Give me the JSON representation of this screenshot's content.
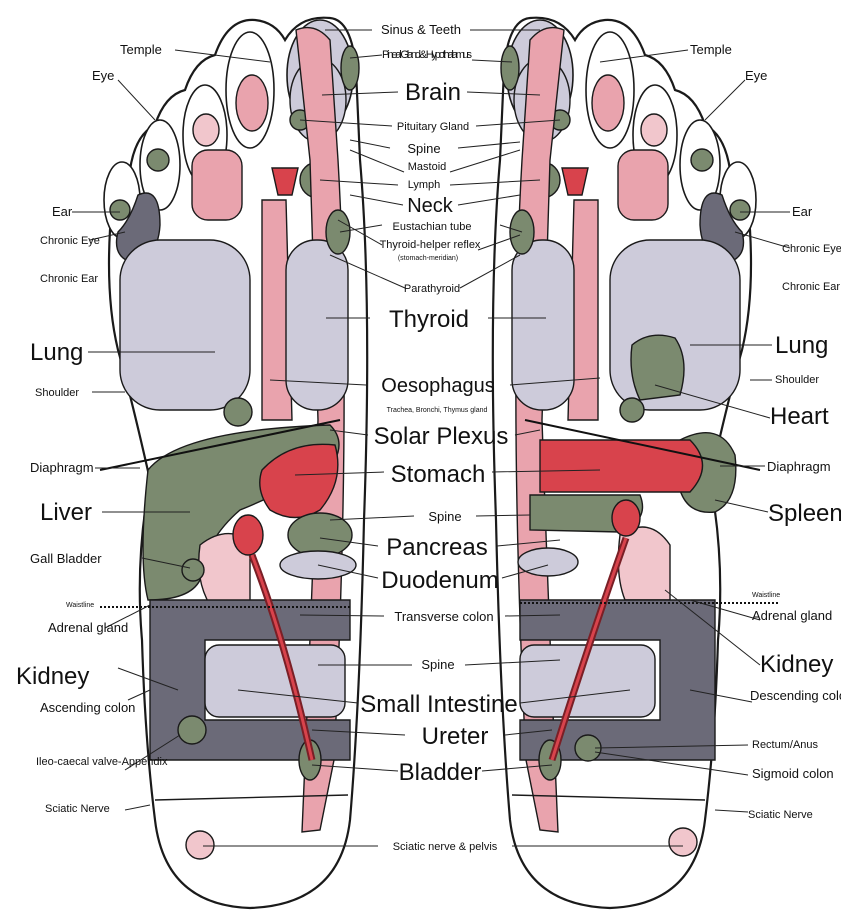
{
  "colors": {
    "pink": "#e9a3ad",
    "lightpink": "#f1c6cc",
    "red": "#d8434c",
    "green": "#7b8a6f",
    "gray": "#6b6a78",
    "lavender": "#cdcbda",
    "white": "#ffffff"
  },
  "labels": {
    "center": {
      "sinus_teeth": "Sinus & Teeth",
      "pineal": "Pineal Gland & Hypothalamus",
      "brain": "Brain",
      "pituitary": "Pituitary Gland",
      "spine_top": "Spine",
      "mastoid": "Mastoid",
      "lymph": "Lymph",
      "neck": "Neck",
      "eustachian": "Eustachian tube",
      "thyroid_helper": "Thyroid-helper reflex",
      "thyroid_helper_sub": "(stomach-meridian)",
      "parathyroid": "Parathyroid",
      "thyroid": "Thyroid",
      "oesophagus": "Oesophagus",
      "oesophagus_sub": "Trachea, Bronchi, Thymus gland",
      "solar_plexus": "Solar Plexus",
      "stomach": "Stomach",
      "spine_mid": "Spine",
      "pancreas": "Pancreas",
      "duodenum": "Duodenum",
      "transverse_colon": "Transverse colon",
      "spine_low": "Spine",
      "small_intestine": "Small Intestine",
      "ureter": "Ureter",
      "bladder": "Bladder",
      "sciatic_pelvis": "Sciatic nerve & pelvis"
    },
    "left": {
      "temple": "Temple",
      "eye": "Eye",
      "ear": "Ear",
      "chronic_eye": "Chronic Eye",
      "chronic_ear": "Chronic Ear",
      "lung": "Lung",
      "shoulder": "Shoulder",
      "diaphragm": "Diaphragm",
      "liver": "Liver",
      "gall_bladder": "Gall Bladder",
      "waistline": "Waistline",
      "adrenal": "Adrenal gland",
      "kidney": "Kidney",
      "ascending": "Ascending colon",
      "ileo": "Ileo-caecal valve-Appendix",
      "sciatic": "Sciatic Nerve"
    },
    "right": {
      "temple": "Temple",
      "eye": "Eye",
      "ear": "Ear",
      "chronic_eye": "Chronic Eye",
      "chronic_ear": "Chronic Ear",
      "lung": "Lung",
      "shoulder": "Shoulder",
      "heart": "Heart",
      "diaphragm": "Diaphragm",
      "spleen": "Spleen",
      "waistline": "Waistline",
      "adrenal": "Adrenal gland",
      "kidney": "Kidney",
      "descending": "Descending colon",
      "rectum": "Rectum/Anus",
      "sigmoid": "Sigmoid colon",
      "sciatic": "Sciatic Nerve"
    }
  }
}
